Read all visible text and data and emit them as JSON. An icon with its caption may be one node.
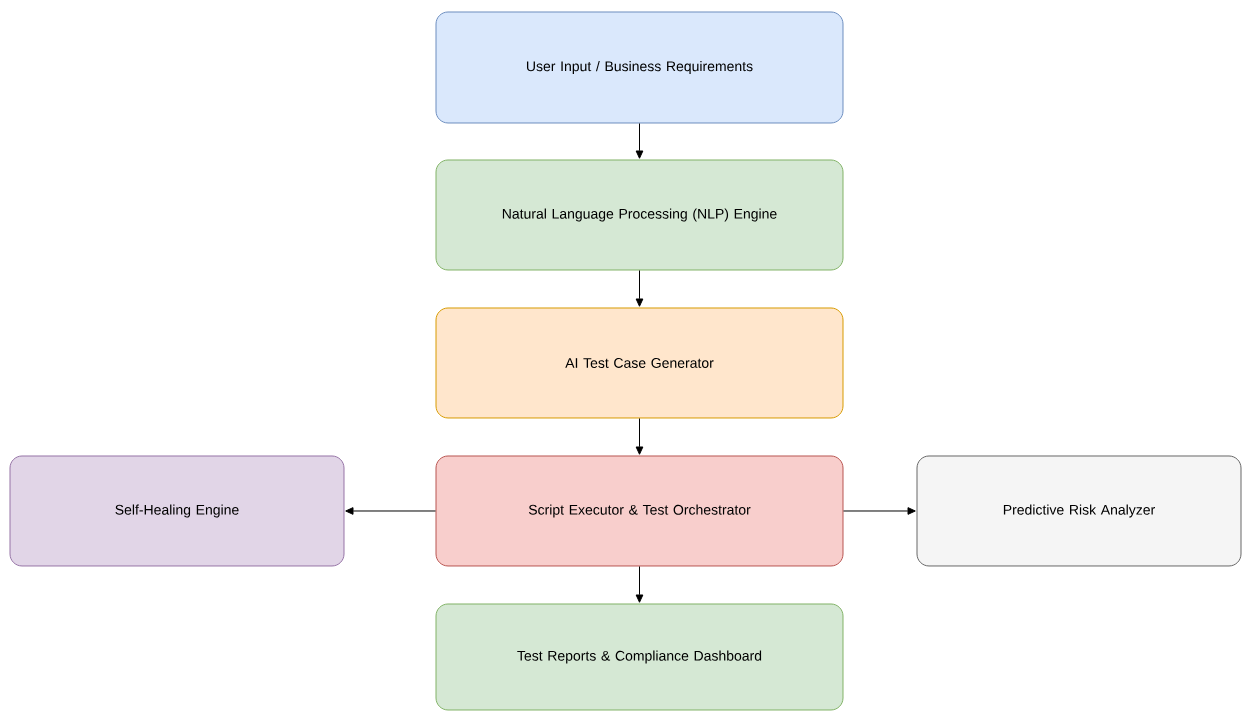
{
  "diagram": {
    "nodes": [
      {
        "text": [
          "User Input / Business Requirements"
        ]
      },
      {
        "text": [
          "Natural Language Processing (NLP) Engine"
        ]
      },
      {
        "text": [
          "AI Test Case Generator"
        ]
      },
      {
        "text": [
          "Self-Healing Engine"
        ]
      },
      {
        "text": [
          "Script Executor & Test Orchestrator"
        ]
      },
      {
        "text": [
          "Predictive Risk Analyzer"
        ]
      },
      {
        "text": [
          "Test Reports & Compliance Dashboard"
        ]
      }
    ],
    "edges": [
      {
        "from": 0,
        "to": 1,
        "arrow": "to"
      },
      {
        "from": 1,
        "to": 2,
        "arrow": "to"
      },
      {
        "from": 2,
        "to": 4,
        "arrow": "to"
      },
      {
        "from": 4,
        "to": 3,
        "arrow": "to"
      },
      {
        "from": 4,
        "to": 5,
        "arrow": "to"
      },
      {
        "from": 4,
        "to": 6,
        "arrow": "to"
      }
    ]
  }
}
